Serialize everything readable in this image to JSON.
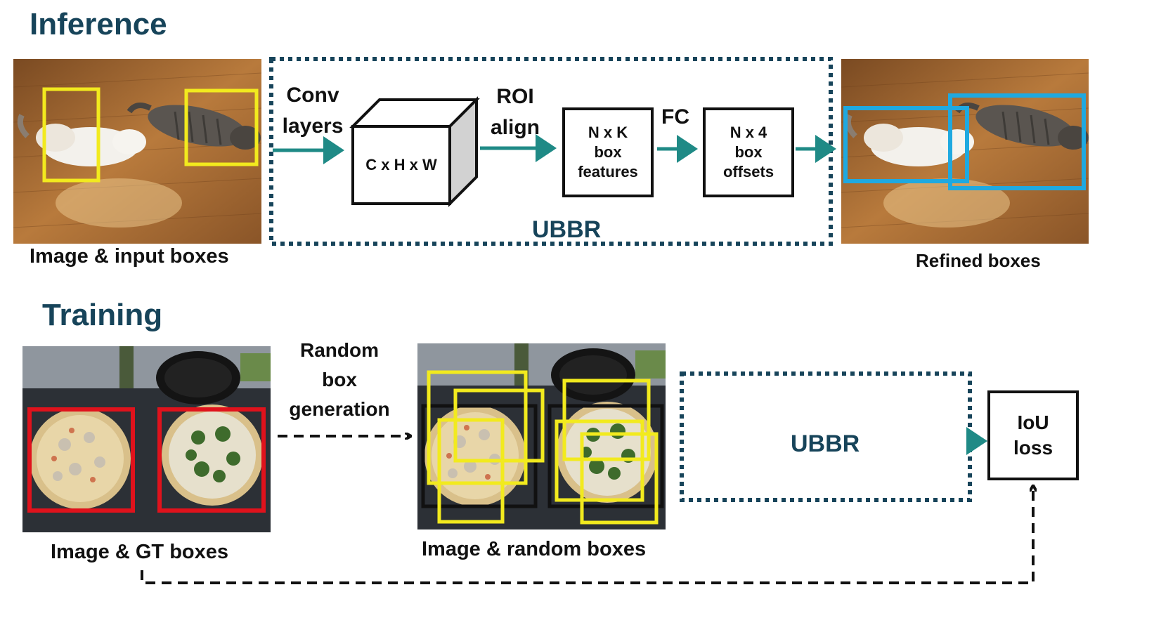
{
  "colors": {
    "title": "#17445a",
    "arrow": "#1f8a86",
    "dotted": "#17445a",
    "input_box": "#f2ea1e",
    "refined_box": "#1fa9e0",
    "gt_box": "#e0121c",
    "random_box": "#f2ea1e"
  },
  "inference": {
    "title": "Inference",
    "input_caption": "Image & input boxes",
    "conv_label": "Conv\nlayers",
    "feature_map": "C x H x W",
    "roi_label": "ROI\nalign",
    "box_features": "N x K\nbox\nfeatures",
    "fc_label": "FC",
    "box_offsets": "N x 4\nbox\noffsets",
    "ubbr_label": "UBBR",
    "output_caption": "Refined boxes"
  },
  "training": {
    "title": "Training",
    "gt_caption": "Image & GT boxes",
    "random_label": "Random\nbox\ngeneration",
    "random_caption": "Image & random boxes",
    "ubbr_label": "UBBR",
    "loss_label": "IoU\nloss"
  }
}
